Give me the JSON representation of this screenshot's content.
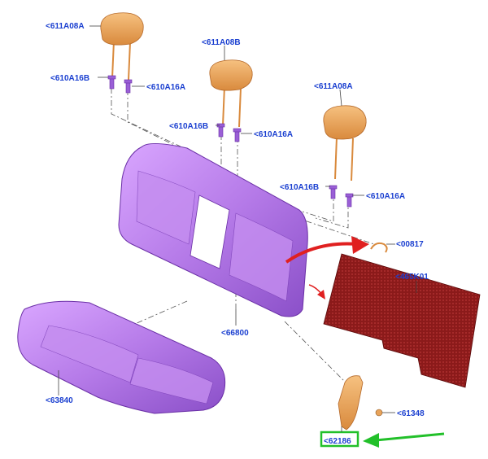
{
  "callouts": {
    "headrest_left": "<611A08A",
    "headrest_center": "<611A08B",
    "headrest_right": "<611A08A",
    "guide_left_b": "<610A16B",
    "guide_left_a": "<610A16A",
    "guide_center_b": "<610A16B",
    "guide_center_a": "<610A16A",
    "guide_right_b": "<610A16B",
    "guide_right_a": "<610A16A",
    "clip": "<00817",
    "pad": "<465K01",
    "backrest": "<66800",
    "cushion": "<63840",
    "screw": "<61348",
    "bolster": "<62186"
  },
  "colors": {
    "callout_text": "#1a3fd0",
    "seat_purple": "#b87ae6",
    "headrest_orange": "#e8a35a",
    "pad_red": "#8b1a1a",
    "arrow_red": "#e02020",
    "highlight_green": "#22c02a"
  }
}
